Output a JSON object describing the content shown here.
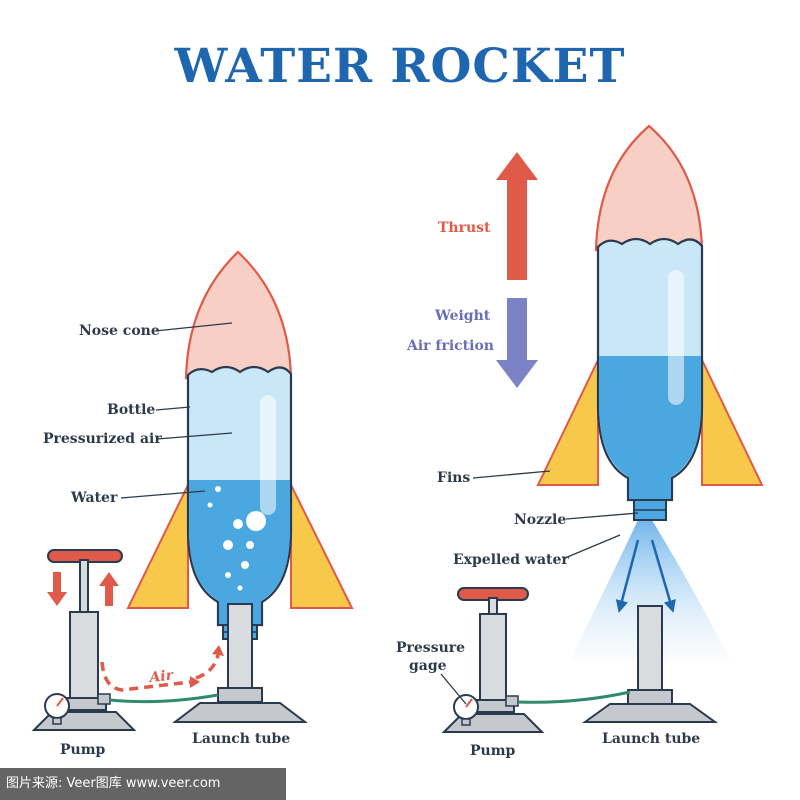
{
  "title": "WATER ROCKET",
  "left_labels": {
    "nose_cone": "Nose cone",
    "bottle": "Bottle",
    "pressurized_air": "Pressurized air",
    "water": "Water",
    "air": "Air",
    "pump": "Pump",
    "launch_tube": "Launch tube"
  },
  "right_labels": {
    "thrust": "Thrust",
    "weight": "Weight",
    "air_friction": "Air friction",
    "fins": "Fins",
    "nozzle": "Nozzle",
    "expelled_water": "Expelled water",
    "pressure_gage_line1": "Pressure",
    "pressure_gage_line2": "gage",
    "pump": "Pump",
    "launch_tube": "Launch tube"
  },
  "watermark": "图片来源: Veer图库 www.veer.com",
  "colors": {
    "title": "#1e66b0",
    "nose": "#f8cfc4",
    "outline_red": "#e05a4a",
    "fin": "#f7c84a",
    "water": "#4aa7e0",
    "bottle_air": "#c9e7f7",
    "thrust_arrow": "#e05a4a",
    "weight_arrow": "#7b82c6",
    "hose": "#2f8a6e"
  }
}
